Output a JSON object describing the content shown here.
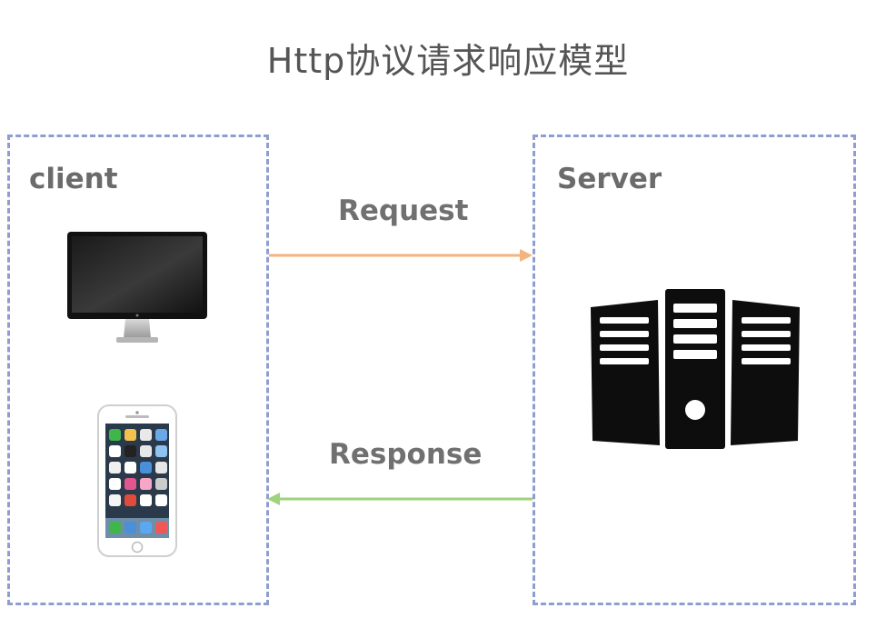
{
  "title": "Http协议请求响应模型",
  "client": {
    "label": "client"
  },
  "server": {
    "label": "Server"
  },
  "request": {
    "label": "Request",
    "color": "#f5b37e"
  },
  "response": {
    "label": "Response",
    "color": "#9fd27c"
  },
  "icons": [
    "monitor-icon",
    "smartphone-icon",
    "server-rack-icon"
  ]
}
